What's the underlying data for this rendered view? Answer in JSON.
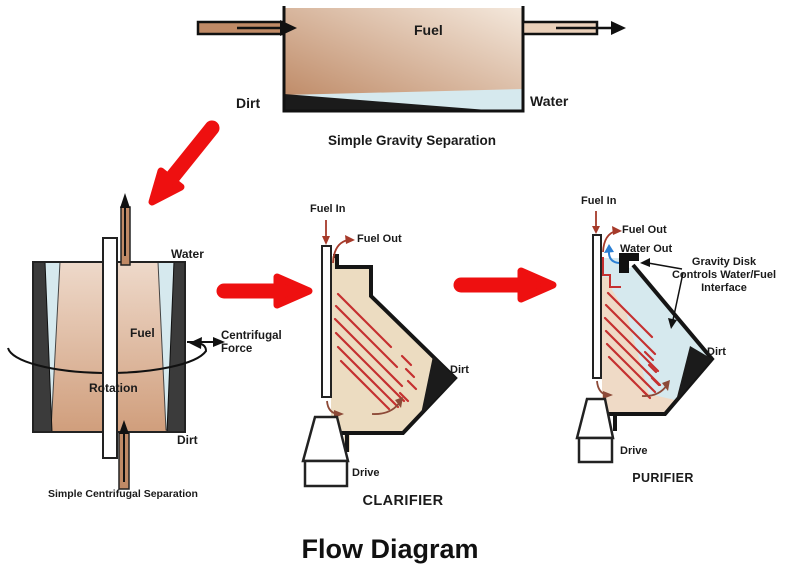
{
  "title": "Flow Diagram",
  "colors": {
    "flow_arrow": "#ee1010",
    "fuel_gradient_dark": "#bd8763",
    "fuel_gradient_light": "#f3e7db",
    "water": "#d6e9ee",
    "dirt": "#1b1b1b",
    "body_tan": "#ecdcc1",
    "body_tan_purifier": "#efdac6",
    "disc_red": "#c53030",
    "fuel_line_red": "#a63a2a",
    "curl_brown": "#8d4a38",
    "water_arrow_blue": "#2b7fd4",
    "pipe_brown": "#c08a66"
  },
  "gravity_separation": {
    "caption": "Simple Gravity Separation",
    "fuel_label": "Fuel",
    "dirt_label": "Dirt",
    "water_label": "Water"
  },
  "centrifugal_separation": {
    "caption": "Simple Centrifugal Separation",
    "water_label": "Water",
    "fuel_label": "Fuel",
    "rotation_label": "Rotation",
    "dirt_label": "Dirt",
    "centrifugal_force_label": "Centrifugal Force"
  },
  "clarifier": {
    "caption": "CLARIFIER",
    "fuel_in_label": "Fuel In",
    "fuel_out_label": "Fuel Out",
    "dirt_label": "Dirt",
    "drive_label": "Drive"
  },
  "purifier": {
    "caption": "PURIFIER",
    "fuel_in_label": "Fuel In",
    "fuel_out_label": "Fuel Out",
    "water_out_label": "Water Out",
    "gravity_disk_note": [
      "Gravity Disk",
      "Controls Water/Fuel",
      "Interface"
    ],
    "dirt_label": "Dirt",
    "drive_label": "Drive"
  }
}
